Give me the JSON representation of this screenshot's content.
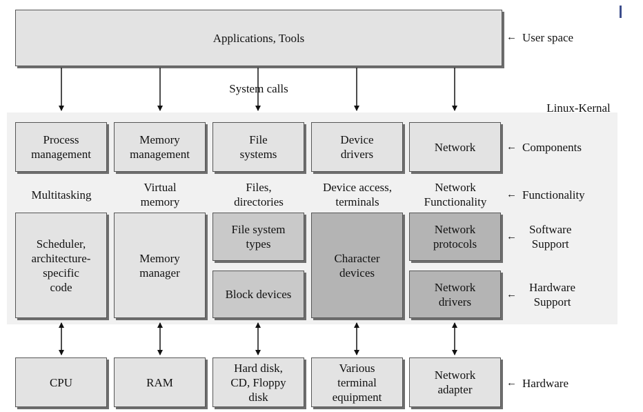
{
  "top": {
    "applications": "Applications, Tools",
    "system_calls": "System calls",
    "user_space": "User space",
    "kernel_label": "Linux-Kernal"
  },
  "right_labels": {
    "components": "Components",
    "functionality": "Functionality",
    "software_support": "Software\nSupport",
    "hardware_support": "Hardware\nSupport",
    "hardware": "Hardware"
  },
  "columns": [
    {
      "component": "Process\nmanagement",
      "functionality": "Multitasking",
      "support": "Scheduler,\narchitecture-\nspecific\ncode",
      "hardware": "CPU"
    },
    {
      "component": "Memory\nmanagement",
      "functionality": "Virtual\nmemory",
      "support": "Memory\nmanager",
      "hardware": "RAM"
    },
    {
      "component": "File\nsystems",
      "functionality": "Files,\ndirectories",
      "software_support": "File system\ntypes",
      "hardware_support": "Block devices",
      "hardware": "Hard disk,\nCD, Floppy\ndisk"
    },
    {
      "component": "Device\ndrivers",
      "functionality": "Device access,\nterminals",
      "support": "Character\ndevices",
      "hardware": "Various\nterminal\nequipment"
    },
    {
      "component": "Network",
      "functionality": "Network\nFunctionality",
      "software_support": "Network\nprotocols",
      "hardware_support": "Network\ndrivers",
      "hardware": "Network\nadapter"
    }
  ],
  "arrow_glyph": "←"
}
